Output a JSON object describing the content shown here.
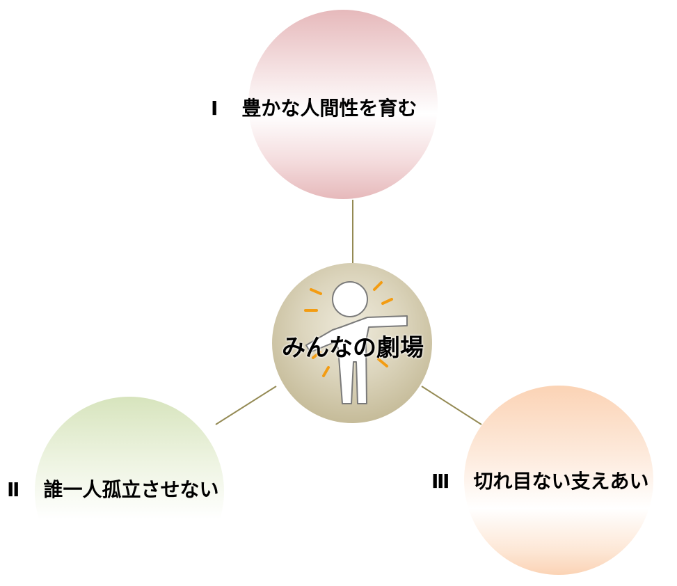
{
  "diagram": {
    "center": {
      "label": "みんなの劇場",
      "icon": "person-pointing-icon",
      "color": "#c9bf9d"
    },
    "nodes": [
      {
        "numeral": "Ⅰ",
        "label": "豊かな人間性を育む",
        "color": "#e6b9bb"
      },
      {
        "numeral": "Ⅱ",
        "label": "誰一人孤立させない",
        "color": "#d7e4bd"
      },
      {
        "numeral": "Ⅲ",
        "label": "切れ目ない支えあい",
        "color": "#fbd3b5"
      }
    ],
    "connector_color": "#948a54"
  }
}
